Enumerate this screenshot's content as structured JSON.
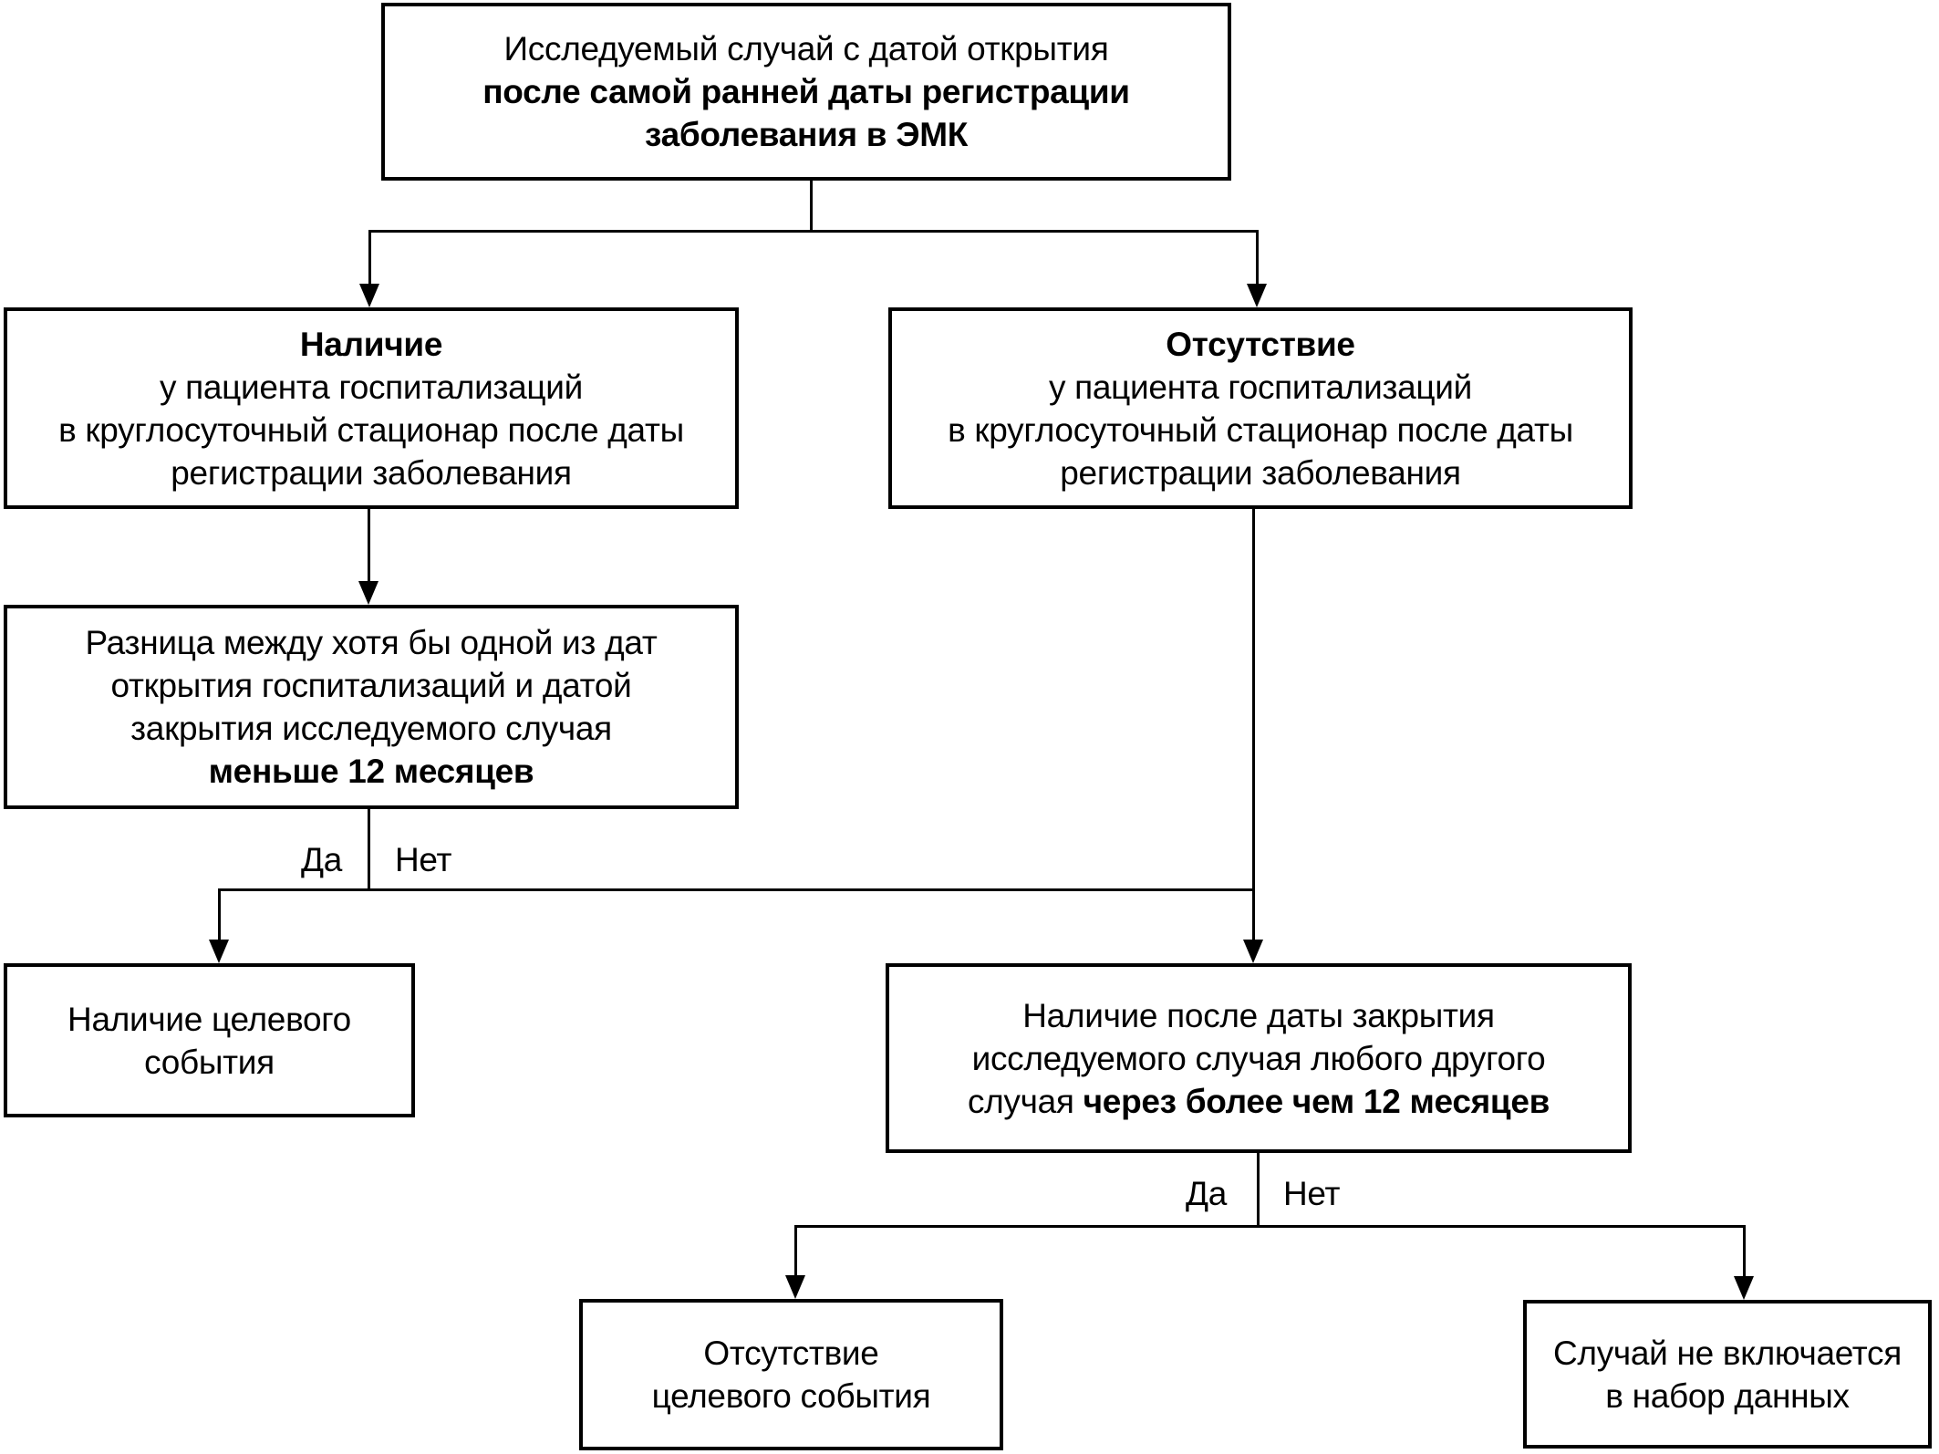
{
  "figure": {
    "background": "#ffffff",
    "ink": "#000000",
    "boxes": {
      "root": {
        "l1": "Исследуемый случай с датой открытия",
        "l2": "после самой ранней даты регистрации",
        "l3": "заболевания в ЭМК"
      },
      "hosp_present": {
        "l1": "Наличие",
        "l2": "у пациента госпитализаций",
        "l3": "в круглосуточный стационар после даты",
        "l4": "регистрации заболевания"
      },
      "hosp_absent": {
        "l1": "Отсутствие",
        "l2": "у пациента госпитализаций",
        "l3": "в круглосуточный стационар после даты",
        "l4": "регистрации заболевания"
      },
      "date_diff": {
        "l1": "Разница между хотя бы одной из дат",
        "l2": "открытия госпитализаций и датой",
        "l3": "закрытия исследуемого случая",
        "l4": "меньше 12 месяцев"
      },
      "target_present": {
        "l1": "Наличие целевого",
        "l2": "события"
      },
      "later_case": {
        "l1": "Наличие после даты закрытия",
        "l2": "исследуемого случая любого другого",
        "l3a": "случая ",
        "l3b": "через более чем 12 месяцев"
      },
      "target_absent": {
        "l1": "Отсутствие",
        "l2": "целевого события"
      },
      "excluded": {
        "l1": "Случай не включается",
        "l2": "в набор данных"
      }
    },
    "labels": {
      "branch1_yes": "Да",
      "branch1_no": "Нет",
      "branch2_yes": "Да",
      "branch2_no": "Нет"
    }
  }
}
